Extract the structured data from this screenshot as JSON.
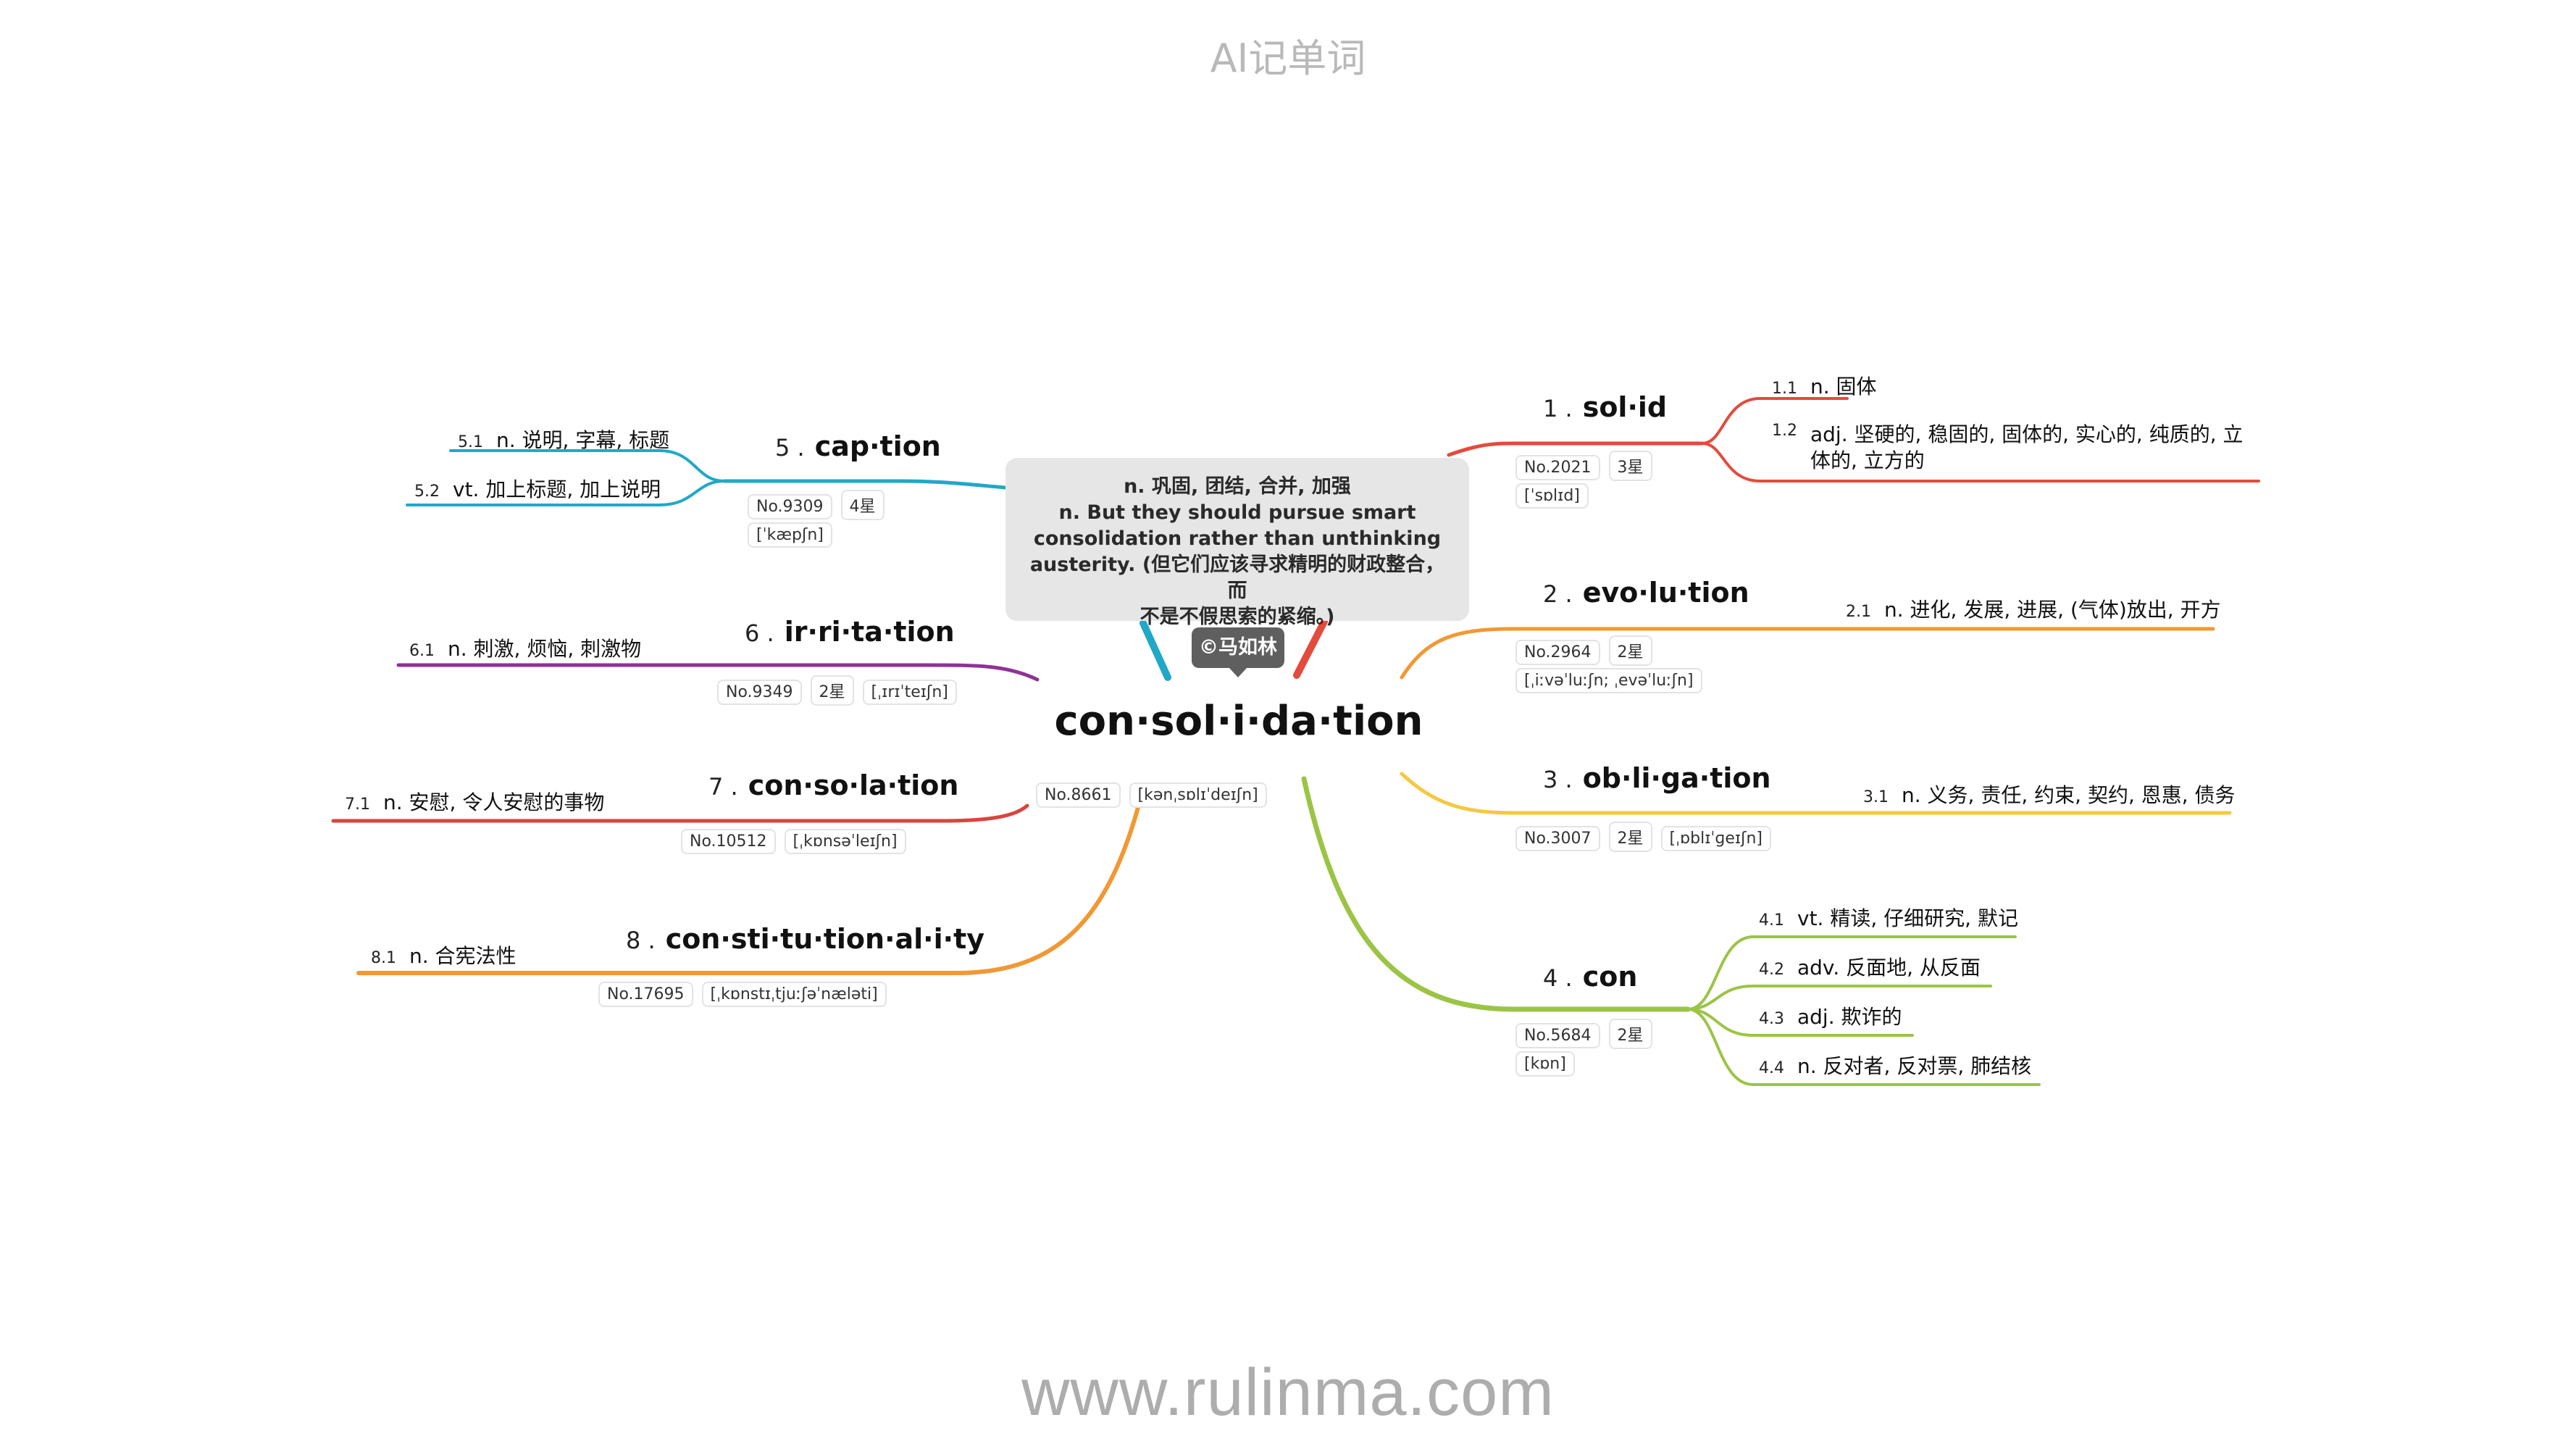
{
  "header": {
    "title": "AI记单词"
  },
  "footer": {
    "watermark": "www.rulinma.com"
  },
  "center": {
    "word": "con·sol·i·da·tion",
    "rank": "No.8661",
    "phonetic": "[kənˌsɒlɪˈdeɪʃn]",
    "definition_lines": [
      "n. 巩固, 团结, 合并, 加强",
      "n. But they should pursue smart\nconsolidation rather than unthinking\nausterity. (但它们应该寻求精明的财政整合，而\n不是不假思索的紧缩。)"
    ],
    "author": "©马如林"
  },
  "branches": [
    {
      "id": 1,
      "num": "1 .",
      "word": "sol·id",
      "color": "#e34b3c",
      "rank": "No.2021",
      "stars": "3星",
      "phonetic": "[ˈsɒlɪd]",
      "senses": [
        {
          "n": "1.1",
          "text": "n. 固体"
        },
        {
          "n": "1.2",
          "text": "adj. 坚硬的, 稳固的, 固体的, 实心的, 纯质的, 立体的, 立方的"
        }
      ]
    },
    {
      "id": 2,
      "num": "2 .",
      "word": "evo·lu·tion",
      "color": "#f19834",
      "rank": "No.2964",
      "stars": "2星",
      "phonetic": "[ˌiːvəˈluːʃn; ˌevəˈluːʃn]",
      "senses": [
        {
          "n": "2.1",
          "text": "n. 进化, 发展, 进展, (气体)放出, 开方"
        }
      ]
    },
    {
      "id": 3,
      "num": "3 .",
      "word": "ob·li·ga·tion",
      "color": "#f5c842",
      "rank": "No.3007",
      "stars": "2星",
      "phonetic": "[ˌɒblɪˈɡeɪʃn]",
      "senses": [
        {
          "n": "3.1",
          "text": "n. 义务, 责任, 约束, 契约, 恩惠, 债务"
        }
      ]
    },
    {
      "id": 4,
      "num": "4 .",
      "word": "con",
      "color": "#9bc445",
      "rank": "No.5684",
      "stars": "2星",
      "phonetic": "[kɒn]",
      "senses": [
        {
          "n": "4.1",
          "text": "vt. 精读, 仔细研究, 默记"
        },
        {
          "n": "4.2",
          "text": "adv. 反面地, 从反面"
        },
        {
          "n": "4.3",
          "text": "adj. 欺诈的"
        },
        {
          "n": "4.4",
          "text": "n. 反对者, 反对票, 肺结核"
        }
      ]
    },
    {
      "id": 5,
      "num": "5 .",
      "word": "cap·tion",
      "color": "#21a8c7",
      "rank": "No.9309",
      "stars": "4星",
      "phonetic": "[ˈkæpʃn]",
      "senses": [
        {
          "n": "5.1",
          "text": "n. 说明, 字幕, 标题"
        },
        {
          "n": "5.2",
          "text": "vt. 加上标题, 加上说明"
        }
      ]
    },
    {
      "id": 6,
      "num": "6 .",
      "word": "ir·ri·ta·tion",
      "color": "#8e3297",
      "rank": "No.9349",
      "stars": "2星",
      "phonetic": "[ˌɪrɪˈteɪʃn]",
      "senses": [
        {
          "n": "6.1",
          "text": "n. 刺激, 烦恼, 刺激物"
        }
      ]
    },
    {
      "id": 7,
      "num": "7 .",
      "word": "con·so·la·tion",
      "color": "#d9453d",
      "rank": "No.10512",
      "stars": "",
      "phonetic": "[ˌkɒnsəˈleɪʃn]",
      "senses": [
        {
          "n": "7.1",
          "text": "n. 安慰, 令人安慰的事物"
        }
      ]
    },
    {
      "id": 8,
      "num": "8 .",
      "word": "con·sti·tu·tion·al·i·ty",
      "color": "#f19834",
      "rank": "No.17695",
      "stars": "",
      "phonetic": "[ˌkɒnstɪˌtjuːʃəˈnæləti]",
      "senses": [
        {
          "n": "8.1",
          "text": "n. 合宪法性"
        }
      ]
    }
  ]
}
